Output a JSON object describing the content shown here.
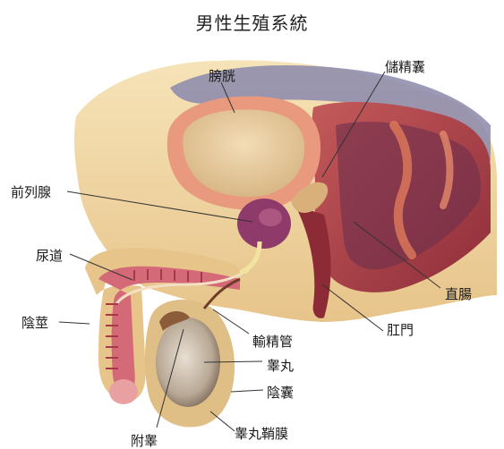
{
  "title": "男性生殖系統",
  "labels": {
    "bladder": "膀胱",
    "seminal_vesicle": "儲精囊",
    "prostate": "前列腺",
    "urethra": "尿道",
    "rectum": "直腸",
    "penis": "陰莖",
    "anus": "肛門",
    "vas_deferens": "輸精管",
    "testis": "睾丸",
    "scrotum": "陰囊",
    "epididymis": "附睾",
    "tunica_vaginalis": "睾丸鞘膜"
  }
}
